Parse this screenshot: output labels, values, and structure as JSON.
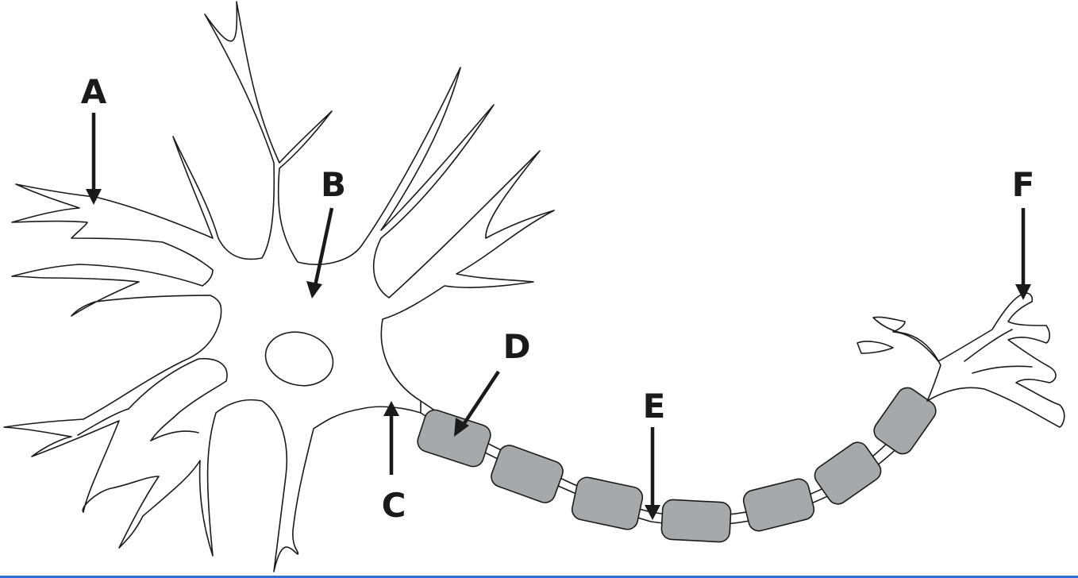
{
  "labels": {
    "A": "A",
    "B": "B",
    "C": "C",
    "D": "D",
    "E": "E",
    "F": "F"
  },
  "colors": {
    "outline": "#1a1a1a",
    "myelin_fill": "#a7a8aa",
    "frame_edge": "#2f6fd6",
    "background": "#ffffff"
  }
}
